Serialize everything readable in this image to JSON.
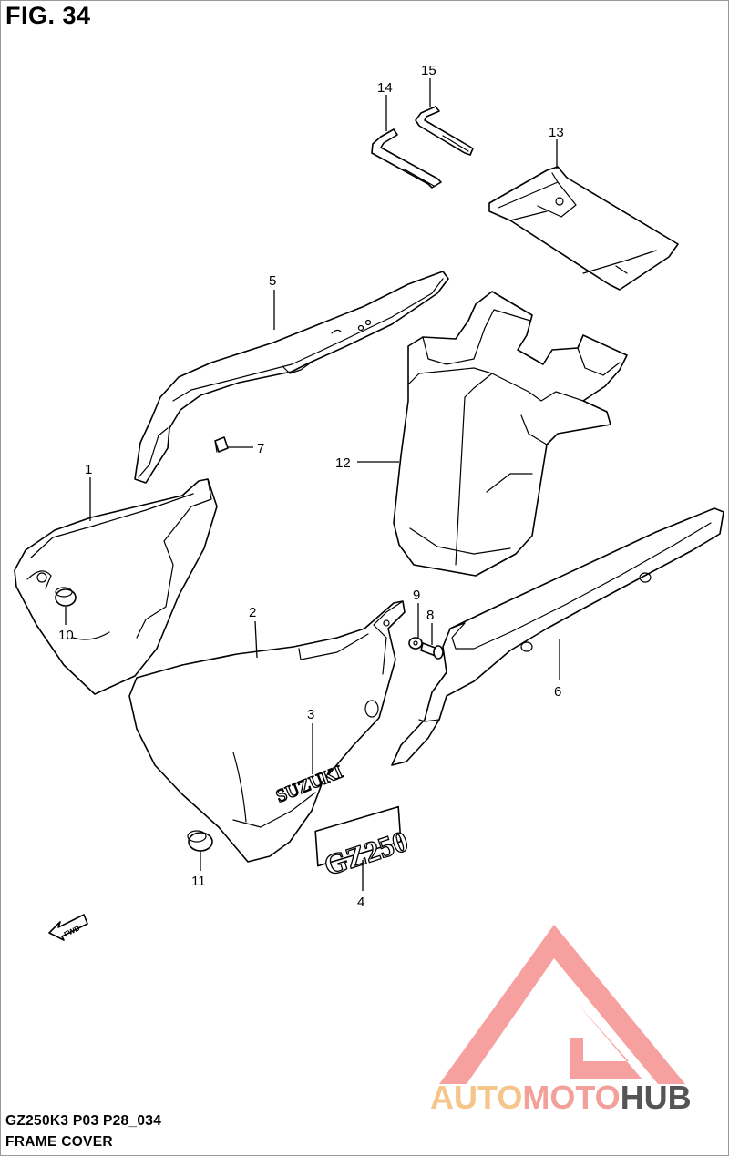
{
  "figure": {
    "title": "FIG. 34"
  },
  "callouts": [
    "1",
    "2",
    "3",
    "4",
    "5",
    "6",
    "7",
    "8",
    "9",
    "10",
    "11",
    "12",
    "13",
    "14",
    "15"
  ],
  "emblems": {
    "side_cover_mark": "SUZUKI",
    "model_mark": "GZ250",
    "direction_arrow": "FWD"
  },
  "footer": {
    "code": "GZ250K3 P03 P28_034",
    "name": "FRAME COVER"
  },
  "watermark": {
    "parts": [
      "AUTO",
      "MOTO",
      "HUB"
    ],
    "colors": {
      "auto": "#f5c58a",
      "moto": "#f4a09a",
      "hub": "#555555",
      "logo": "#f7a0a0"
    }
  }
}
